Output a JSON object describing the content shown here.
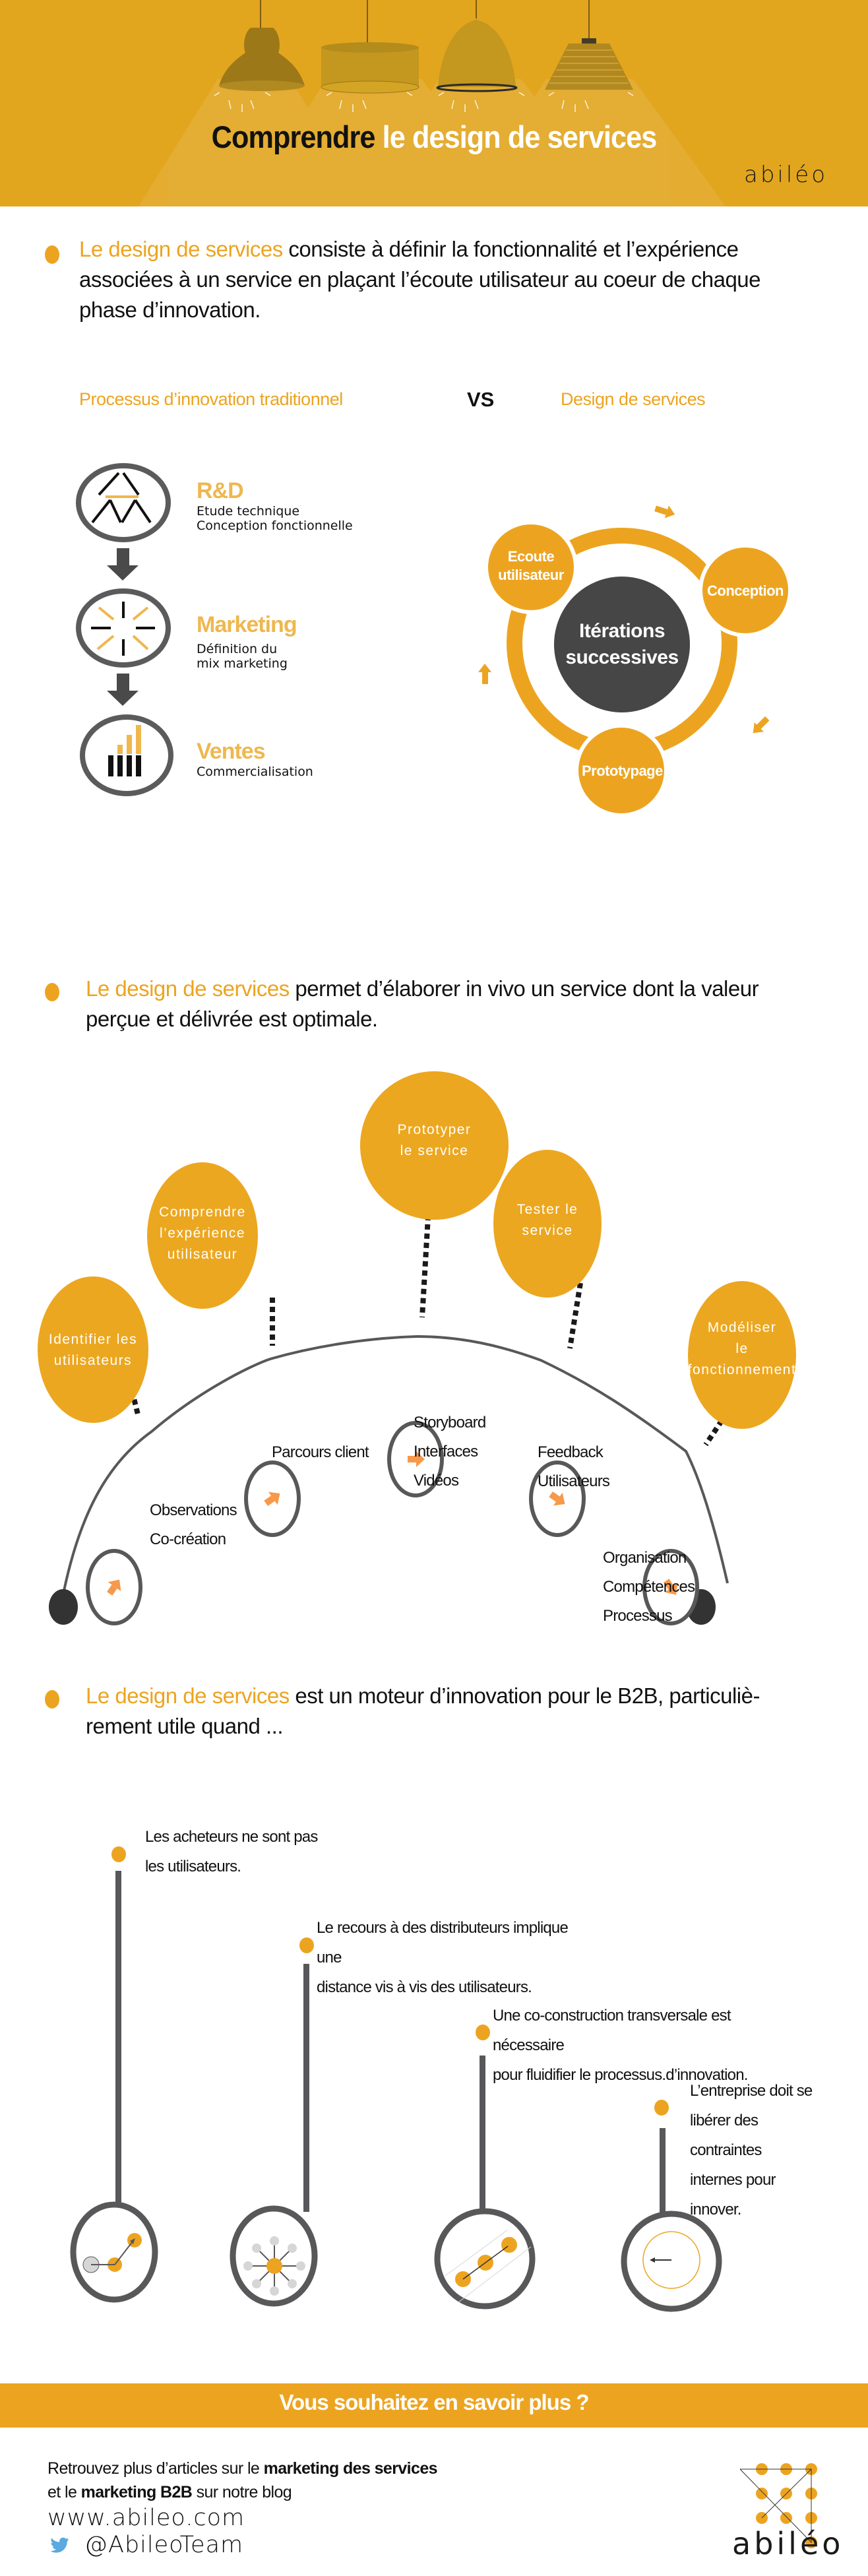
{
  "colors": {
    "header_bg": "#E2A51E",
    "accent": "#ECA420",
    "dark_gray": "#58585A",
    "center_dark": "#464646",
    "arrow_orange": "#F7994A",
    "twitter_blue": "#5AA9E0"
  },
  "header": {
    "title_dark": "Comprendre",
    "title_light": "le design de services",
    "brand": "abiléo"
  },
  "section1": {
    "accent": "Le design de services",
    "lines": [
      " consiste  à définir la fonctionnalité et l’expérience",
      "associées à un service en plaçant l’écoute utilisateur au coeur de chaque",
      "phase d’innovation."
    ],
    "compare_left": "Processus d’innovation traditionnel",
    "compare_vs": "VS",
    "compare_right": "Design de services",
    "traditional_steps": [
      {
        "title": "R&D",
        "icon": "people-network-icon",
        "lines": [
          "Etude technique",
          "Conception fonctionnelle"
        ]
      },
      {
        "title": "Marketing",
        "icon": "burst-icon",
        "lines": [
          "Définition du",
          "mix marketing"
        ]
      },
      {
        "title": "Ventes",
        "icon": "bar-chart-icon",
        "lines": [
          "Commercialisation"
        ]
      }
    ],
    "cycle": {
      "center_lines": [
        "Itérations",
        "successives"
      ],
      "nodes": [
        {
          "lines": [
            "Ecoute",
            "utilisateur"
          ]
        },
        {
          "lines": [
            "Conception"
          ]
        },
        {
          "lines": [
            "Prototypage"
          ]
        }
      ]
    }
  },
  "section2": {
    "accent": "Le design de services",
    "lines": [
      " permet d’élaborer in vivo un service dont la valeur",
      "perçue et délivrée est optimale."
    ],
    "bubbles": [
      {
        "lines": [
          "Identifier les",
          "utilisateurs"
        ]
      },
      {
        "lines": [
          "Comprendre",
          "l’expérience",
          "utilisateur"
        ]
      },
      {
        "lines": [
          "Prototyper",
          "le service"
        ]
      },
      {
        "lines": [
          "Tester le",
          "service"
        ]
      },
      {
        "lines": [
          "Modéliser",
          "le",
          "fonctionnement"
        ]
      }
    ],
    "steps": [
      {
        "lines": [
          "Observations",
          "Co-création"
        ]
      },
      {
        "lines": [
          "Parcours client"
        ]
      },
      {
        "lines": [
          "Storyboard",
          "Interfaces",
          "Vidéos"
        ]
      },
      {
        "lines": [
          "Feedback",
          "Utilisateurs"
        ]
      },
      {
        "lines": [
          "Organisation",
          "Compétences",
          "Processus"
        ]
      }
    ]
  },
  "section3": {
    "accent": "Le design de services",
    "lines": [
      " est un moteur d’innovation pour le B2B, particuliè-",
      "rement utile  quand ..."
    ],
    "conditions": [
      {
        "lines": [
          "Les  acheteurs  ne  sont  pas",
          "les utilisateurs."
        ],
        "icon": "path-progress-icon"
      },
      {
        "lines": [
          "Le recours à des distributeurs implique une",
          "distance vis à vis des utilisateurs."
        ],
        "icon": "hub-network-icon"
      },
      {
        "lines": [
          "Une co-construction transversale est nécessaire",
          "pour fluidifier le processus.d’innovation."
        ],
        "icon": "aligned-dots-icon"
      },
      {
        "lines": [
          "L’entreprise doit se",
          "libérer des contraintes",
          "internes pour innover."
        ],
        "icon": "escape-circle-icon"
      }
    ]
  },
  "cta": {
    "label": "Vous souhaitez en savoir plus ?"
  },
  "footer": {
    "line1_prefix": "Retrouvez plus d’articles sur le ",
    "line1_bold": "marketing des services",
    "line2_prefix": "et le ",
    "line2_bold": "marketing B2B",
    "line2_suffix": " sur notre blog",
    "website": "www.abileo.com",
    "twitter": "@AbileoTeam",
    "brand": "abiléo"
  }
}
